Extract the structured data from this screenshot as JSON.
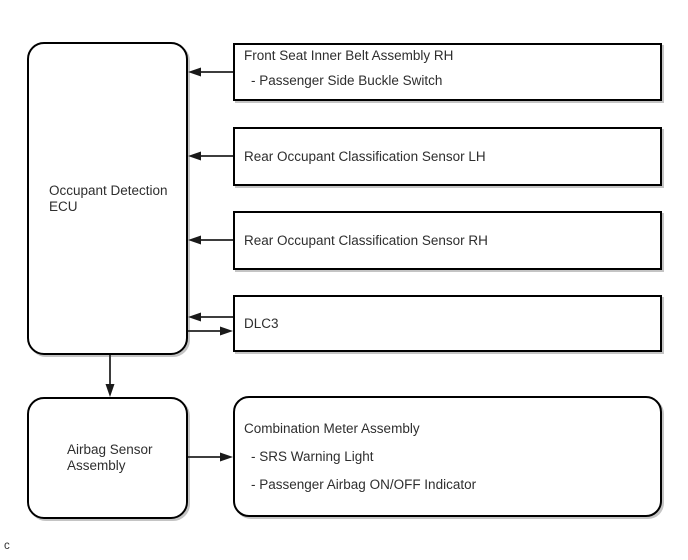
{
  "footnote": "c",
  "nodes": {
    "occupant_detection_ecu": {
      "lines": [
        "Occupant Detection",
        "ECU"
      ]
    },
    "airbag_sensor_assembly": {
      "lines": [
        "Airbag Sensor",
        "Assembly"
      ]
    },
    "front_seat_inner_belt_rh": {
      "title": "Front Seat Inner Belt Assembly RH",
      "items": [
        "- Passenger Side Buckle Switch"
      ]
    },
    "rear_occupant_classification_sensor_lh": {
      "title": "Rear Occupant Classification Sensor LH"
    },
    "rear_occupant_classification_sensor_rh": {
      "title": "Rear Occupant Classification Sensor RH"
    },
    "dlc3": {
      "title": "DLC3"
    },
    "combination_meter_assembly": {
      "title": "Combination Meter Assembly",
      "items": [
        "- SRS Warning Light",
        "- Passenger Airbag ON/OFF Indicator"
      ]
    }
  },
  "connections": [
    {
      "from": "front_seat_inner_belt_rh",
      "to": "occupant_detection_ecu",
      "direction": "left"
    },
    {
      "from": "rear_occupant_classification_sensor_lh",
      "to": "occupant_detection_ecu",
      "direction": "left"
    },
    {
      "from": "rear_occupant_classification_sensor_rh",
      "to": "occupant_detection_ecu",
      "direction": "left"
    },
    {
      "from": "dlc3",
      "to": "occupant_detection_ecu",
      "direction": "left"
    },
    {
      "from": "occupant_detection_ecu",
      "to": "dlc3",
      "direction": "right"
    },
    {
      "from": "occupant_detection_ecu",
      "to": "airbag_sensor_assembly",
      "direction": "down"
    },
    {
      "from": "airbag_sensor_assembly",
      "to": "combination_meter_assembly",
      "direction": "right"
    }
  ],
  "colors": {
    "background": "#ffffff",
    "box_border": "#000000",
    "box_shadow": "#c4c4c4",
    "text": "#2e2e2e",
    "connector": "#3d3d3d",
    "arrowhead": "#1a1a1a"
  }
}
